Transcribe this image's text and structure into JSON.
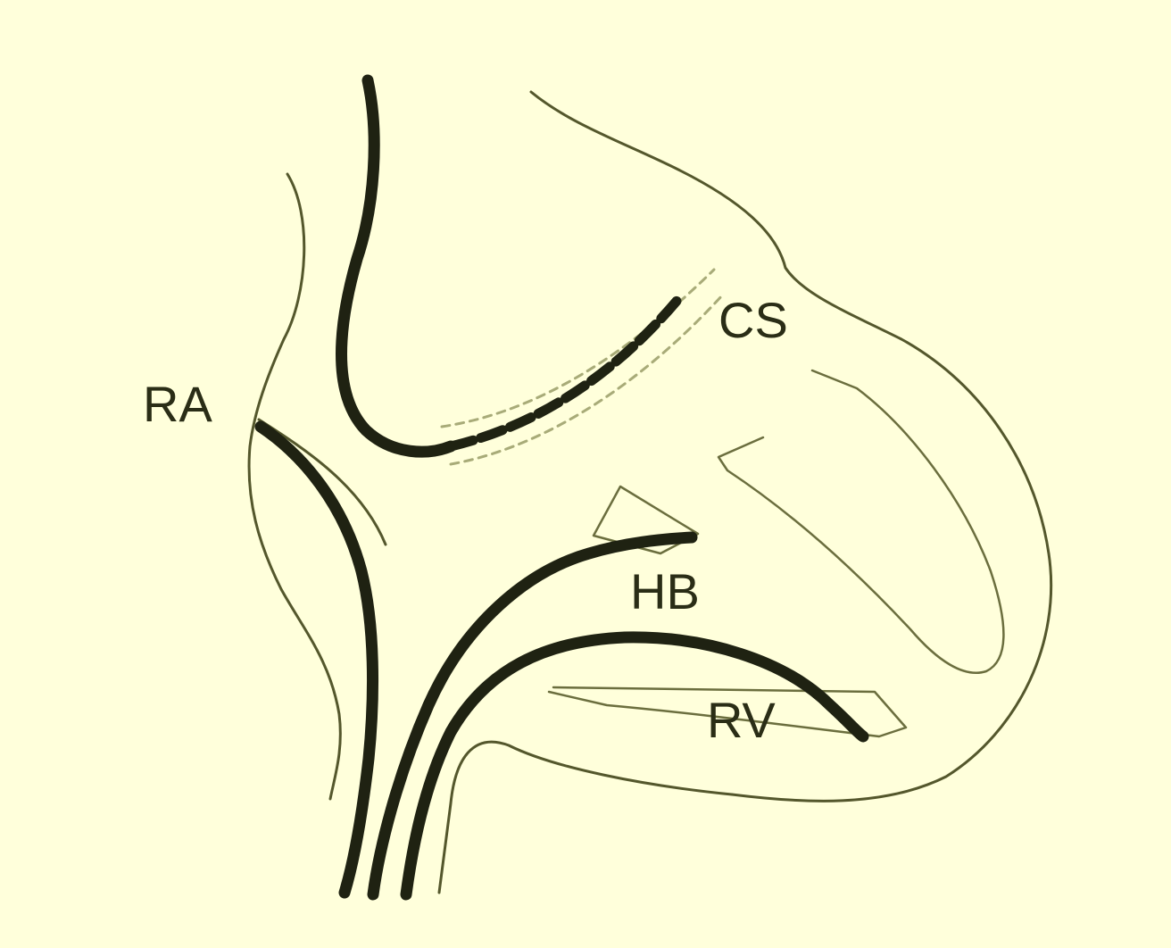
{
  "labels": {
    "ra": "RA",
    "cs": "CS",
    "hb": "HB",
    "rv": "RV"
  },
  "colors": {
    "background": "#ffffdb",
    "outline": "#54572c",
    "catheter": "#1f2212"
  }
}
